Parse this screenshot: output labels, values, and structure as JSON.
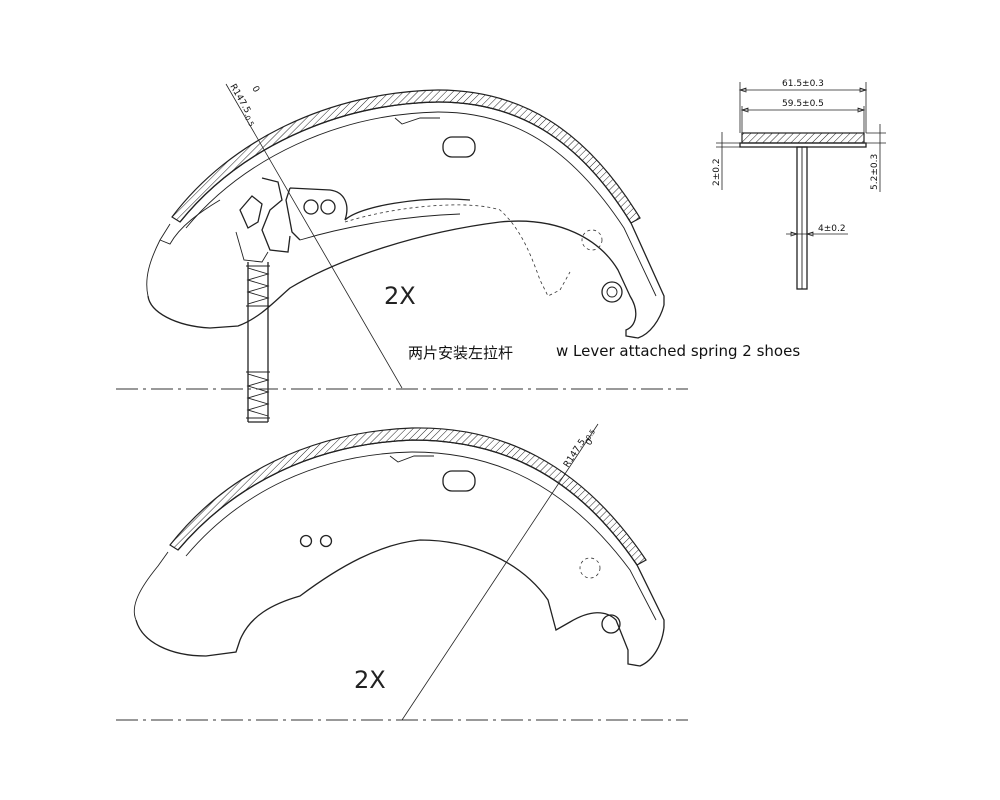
{
  "upper_shoe": {
    "radius_label": "R147.5-0.5",
    "radius_main": "R147.5",
    "radius_tol": "-0.5",
    "radius_tol_upper": "0",
    "quantity": "2X",
    "note_chinese": "两片安装左拉杆",
    "note_english": "w Lever attached spring 2 shoes"
  },
  "lower_shoe": {
    "radius_main": "R147.5",
    "radius_tol": "-0.5",
    "radius_tol_upper": "0",
    "quantity": "2X"
  },
  "section_view": {
    "overall_width": "61.5±0.3",
    "lining_width": "59.5±0.5",
    "rim_thickness": "2±0.2",
    "lining_thickness": "5.2±0.3",
    "web_thickness": "4±0.2"
  }
}
